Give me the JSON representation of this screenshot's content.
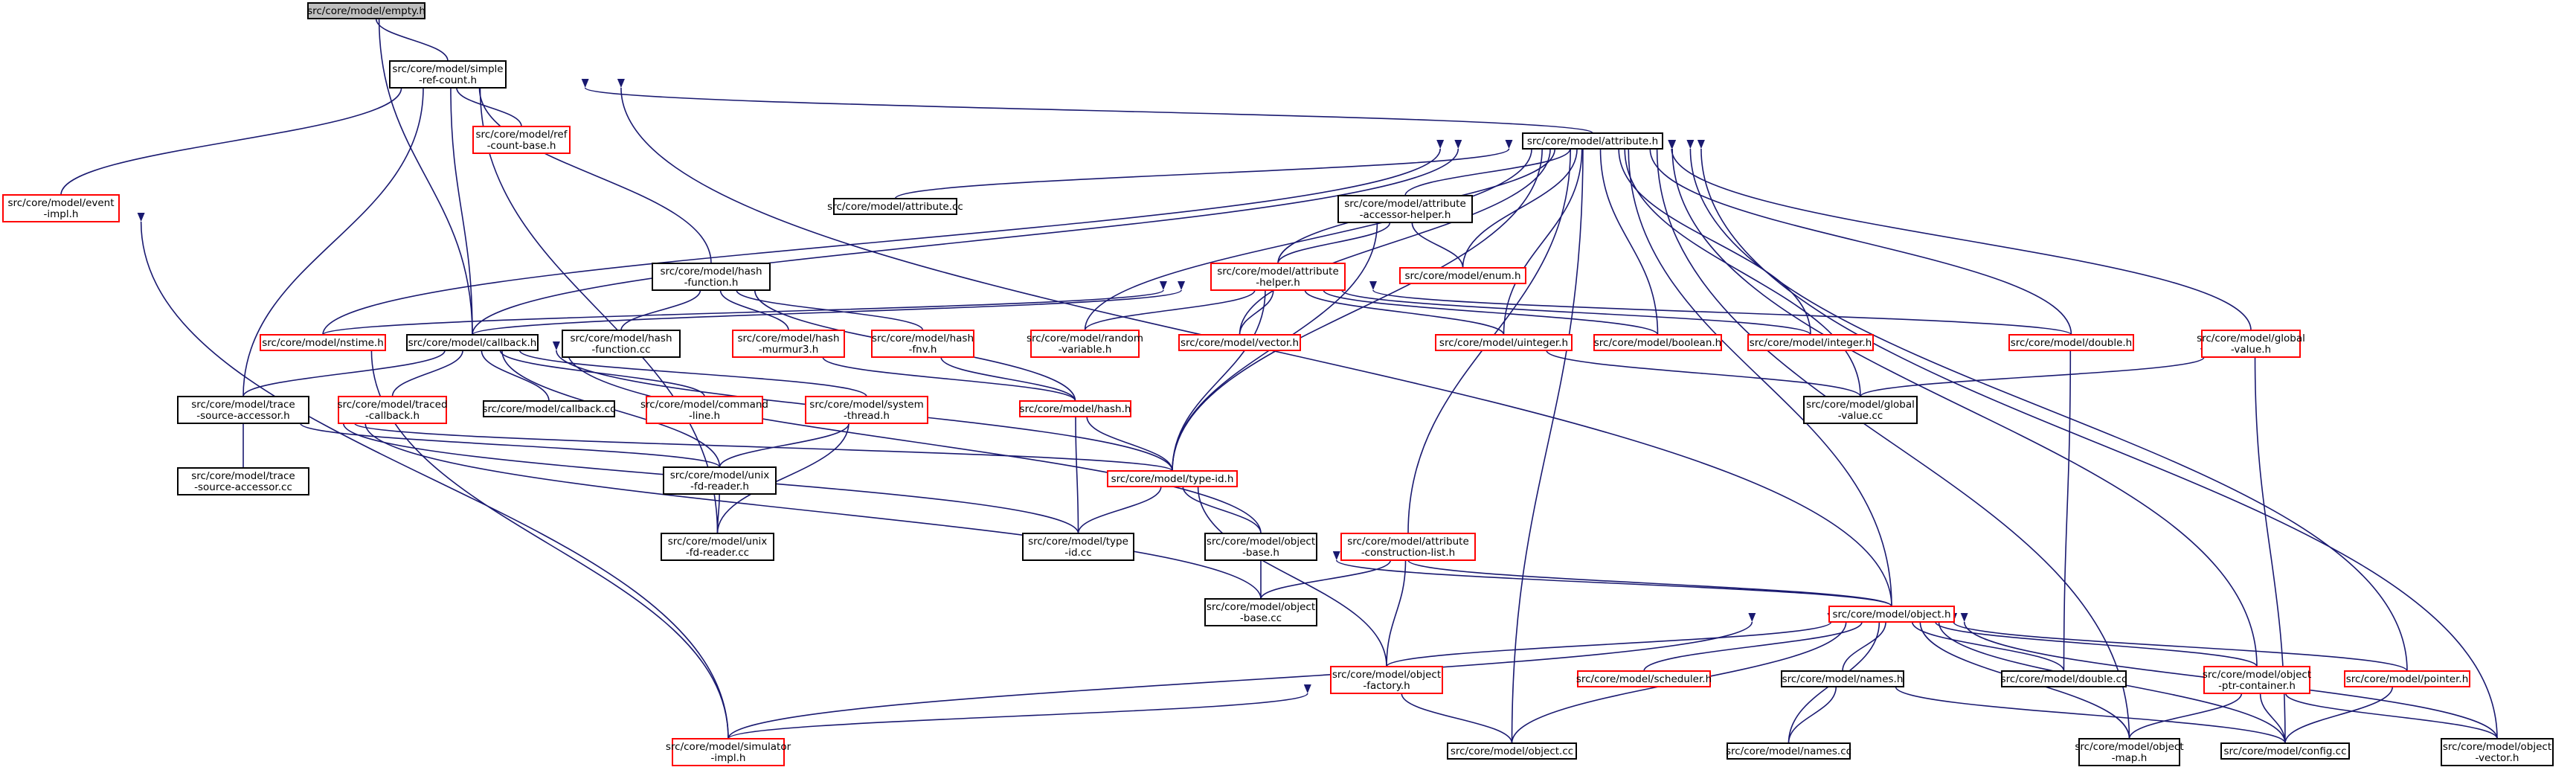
{
  "colors": {
    "edge": "#191970",
    "node_border_default": "#000000",
    "node_border_incomplete": "#ff0000",
    "node_fill_default": "#ffffff",
    "node_fill_root": "#bfbfbf"
  },
  "nodes": [
    {
      "id": "empty",
      "lines": [
        "src/core/model/empty.h"
      ],
      "style": "root"
    },
    {
      "id": "simple",
      "lines": [
        "src/core/model/simple",
        "-ref-count.h"
      ],
      "style": "black"
    },
    {
      "id": "event",
      "lines": [
        "src/core/model/event",
        "-impl.h"
      ],
      "style": "red"
    },
    {
      "id": "refbase",
      "lines": [
        "src/core/model/ref",
        "-count-base.h"
      ],
      "style": "red"
    },
    {
      "id": "attr",
      "lines": [
        "src/core/model/attribute.h"
      ],
      "style": "black"
    },
    {
      "id": "attrcc",
      "lines": [
        "src/core/model/attribute.cc"
      ],
      "style": "black"
    },
    {
      "id": "accessor",
      "lines": [
        "src/core/model/attribute",
        "-accessor-helper.h"
      ],
      "style": "black"
    },
    {
      "id": "hashfn",
      "lines": [
        "src/core/model/hash",
        "-function.h"
      ],
      "style": "black"
    },
    {
      "id": "attrhelper",
      "lines": [
        "src/core/model/attribute",
        "-helper.h"
      ],
      "style": "red"
    },
    {
      "id": "enum",
      "lines": [
        "src/core/model/enum.h"
      ],
      "style": "red"
    },
    {
      "id": "nstime",
      "lines": [
        "src/core/model/nstime.h"
      ],
      "style": "red"
    },
    {
      "id": "callback",
      "lines": [
        "src/core/model/callback.h"
      ],
      "style": "black"
    },
    {
      "id": "hashfncc",
      "lines": [
        "src/core/model/hash",
        "-function.cc"
      ],
      "style": "black"
    },
    {
      "id": "murmur",
      "lines": [
        "src/core/model/hash",
        "-murmur3.h"
      ],
      "style": "red"
    },
    {
      "id": "fnv",
      "lines": [
        "src/core/model/hash",
        "-fnv.h"
      ],
      "style": "red"
    },
    {
      "id": "random",
      "lines": [
        "src/core/model/random",
        "-variable.h"
      ],
      "style": "red"
    },
    {
      "id": "vector",
      "lines": [
        "src/core/model/vector.h"
      ],
      "style": "red"
    },
    {
      "id": "uinteger",
      "lines": [
        "src/core/model/uinteger.h"
      ],
      "style": "red"
    },
    {
      "id": "boolean",
      "lines": [
        "src/core/model/boolean.h"
      ],
      "style": "red"
    },
    {
      "id": "integer",
      "lines": [
        "src/core/model/integer.h"
      ],
      "style": "red"
    },
    {
      "id": "double",
      "lines": [
        "src/core/model/double.h"
      ],
      "style": "red"
    },
    {
      "id": "global",
      "lines": [
        "src/core/model/global",
        "-value.h"
      ],
      "style": "red"
    },
    {
      "id": "tsa",
      "lines": [
        "src/core/model/trace",
        "-source-accessor.h"
      ],
      "style": "black"
    },
    {
      "id": "traced",
      "lines": [
        "src/core/model/traced",
        "-callback.h"
      ],
      "style": "red"
    },
    {
      "id": "callbackcc",
      "lines": [
        "src/core/model/callback.cc"
      ],
      "style": "black"
    },
    {
      "id": "cmdline",
      "lines": [
        "src/core/model/command",
        "-line.h"
      ],
      "style": "red"
    },
    {
      "id": "systhread",
      "lines": [
        "src/core/model/system",
        "-thread.h"
      ],
      "style": "red"
    },
    {
      "id": "hash",
      "lines": [
        "src/core/model/hash.h"
      ],
      "style": "red"
    },
    {
      "id": "globalcc",
      "lines": [
        "src/core/model/global",
        "-value.cc"
      ],
      "style": "black"
    },
    {
      "id": "tsacc",
      "lines": [
        "src/core/model/trace",
        "-source-accessor.cc"
      ],
      "style": "black"
    },
    {
      "id": "unixh",
      "lines": [
        "src/core/model/unix",
        "-fd-reader.h"
      ],
      "style": "black"
    },
    {
      "id": "typeid",
      "lines": [
        "src/core/model/type-id.h"
      ],
      "style": "red"
    },
    {
      "id": "unixcc",
      "lines": [
        "src/core/model/unix",
        "-fd-reader.cc"
      ],
      "style": "black"
    },
    {
      "id": "typeidcc",
      "lines": [
        "src/core/model/type",
        "-id.cc"
      ],
      "style": "black"
    },
    {
      "id": "objbase",
      "lines": [
        "src/core/model/object",
        "-base.h"
      ],
      "style": "black"
    },
    {
      "id": "constr",
      "lines": [
        "src/core/model/attribute",
        "-construction-list.h"
      ],
      "style": "red"
    },
    {
      "id": "objbasecc",
      "lines": [
        "src/core/model/object",
        "-base.cc"
      ],
      "style": "black"
    },
    {
      "id": "object",
      "lines": [
        "src/core/model/object.h"
      ],
      "style": "red"
    },
    {
      "id": "factory",
      "lines": [
        "src/core/model/object",
        "-factory.h"
      ],
      "style": "red"
    },
    {
      "id": "scheduler",
      "lines": [
        "src/core/model/scheduler.h"
      ],
      "style": "red"
    },
    {
      "id": "names",
      "lines": [
        "src/core/model/names.h"
      ],
      "style": "black"
    },
    {
      "id": "doublecc",
      "lines": [
        "src/core/model/double.cc"
      ],
      "style": "black"
    },
    {
      "id": "ptrcont",
      "lines": [
        "src/core/model/object",
        "-ptr-container.h"
      ],
      "style": "red"
    },
    {
      "id": "pointer",
      "lines": [
        "src/core/model/pointer.h"
      ],
      "style": "red"
    },
    {
      "id": "simimpl",
      "lines": [
        "src/core/model/simulator",
        "-impl.h"
      ],
      "style": "red"
    },
    {
      "id": "objectcc",
      "lines": [
        "src/core/model/object.cc"
      ],
      "style": "black"
    },
    {
      "id": "namescc",
      "lines": [
        "src/core/model/names.cc"
      ],
      "style": "black"
    },
    {
      "id": "objmap",
      "lines": [
        "src/core/model/object",
        "-map.h"
      ],
      "style": "black"
    },
    {
      "id": "configcc",
      "lines": [
        "src/core/model/config.cc"
      ],
      "style": "black"
    },
    {
      "id": "objvector",
      "lines": [
        "src/core/model/object",
        "-vector.h"
      ],
      "style": "black"
    }
  ],
  "edges": [
    [
      "empty",
      "simple"
    ],
    [
      "empty",
      "callback"
    ],
    [
      "simple",
      "refbase"
    ],
    [
      "simple",
      "event"
    ],
    [
      "simple",
      "attr"
    ],
    [
      "simple",
      "hashfn"
    ],
    [
      "simple",
      "callback"
    ],
    [
      "simple",
      "tsa"
    ],
    [
      "simple",
      "unixcc"
    ],
    [
      "simple",
      "object"
    ],
    [
      "event",
      "simimpl"
    ],
    [
      "attr",
      "attrcc"
    ],
    [
      "attr",
      "accessor"
    ],
    [
      "attr",
      "attrhelper"
    ],
    [
      "attr",
      "enum"
    ],
    [
      "attr",
      "nstime"
    ],
    [
      "attr",
      "callback"
    ],
    [
      "attr",
      "random"
    ],
    [
      "attr",
      "vector"
    ],
    [
      "attr",
      "uinteger"
    ],
    [
      "attr",
      "boolean"
    ],
    [
      "attr",
      "integer"
    ],
    [
      "attr",
      "double"
    ],
    [
      "attr",
      "global"
    ],
    [
      "attr",
      "globalcc"
    ],
    [
      "attr",
      "typeid"
    ],
    [
      "attr",
      "constr"
    ],
    [
      "attr",
      "object"
    ],
    [
      "attr",
      "objectcc"
    ],
    [
      "attr",
      "objmap"
    ],
    [
      "attr",
      "ptrcont"
    ],
    [
      "attr",
      "pointer"
    ],
    [
      "attr",
      "objvector"
    ],
    [
      "accessor",
      "attrhelper"
    ],
    [
      "accessor",
      "enum"
    ],
    [
      "accessor",
      "typeid"
    ],
    [
      "attrhelper",
      "nstime"
    ],
    [
      "attrhelper",
      "callback"
    ],
    [
      "attrhelper",
      "random"
    ],
    [
      "attrhelper",
      "vector"
    ],
    [
      "attrhelper",
      "uinteger"
    ],
    [
      "attrhelper",
      "boolean"
    ],
    [
      "attrhelper",
      "integer"
    ],
    [
      "attrhelper",
      "double"
    ],
    [
      "attrhelper",
      "typeid"
    ],
    [
      "hashfn",
      "hashfncc"
    ],
    [
      "hashfn",
      "murmur"
    ],
    [
      "hashfn",
      "fnv"
    ],
    [
      "hashfn",
      "hash"
    ],
    [
      "murmur",
      "hash"
    ],
    [
      "fnv",
      "hash"
    ],
    [
      "nstime",
      "simimpl"
    ],
    [
      "callback",
      "tsa"
    ],
    [
      "callback",
      "traced"
    ],
    [
      "callback",
      "callbackcc"
    ],
    [
      "callback",
      "cmdline"
    ],
    [
      "callback",
      "systhread"
    ],
    [
      "callback",
      "typeid"
    ],
    [
      "callback",
      "unixh"
    ],
    [
      "callback",
      "objbase"
    ],
    [
      "tsa",
      "tsacc"
    ],
    [
      "tsa",
      "unixh"
    ],
    [
      "tsa",
      "typeid"
    ],
    [
      "tsa",
      "objbasecc"
    ],
    [
      "tsa",
      "typeidcc"
    ],
    [
      "systhread",
      "unixh"
    ],
    [
      "systhread",
      "unixcc"
    ],
    [
      "unixh",
      "unixcc"
    ],
    [
      "hash",
      "typeid"
    ],
    [
      "hash",
      "typeidcc"
    ],
    [
      "uinteger",
      "globalcc"
    ],
    [
      "global",
      "globalcc"
    ],
    [
      "global",
      "configcc"
    ],
    [
      "double",
      "doublecc"
    ],
    [
      "typeid",
      "typeidcc"
    ],
    [
      "typeid",
      "objbase"
    ],
    [
      "typeid",
      "factory"
    ],
    [
      "objbase",
      "objbasecc"
    ],
    [
      "objbase",
      "object"
    ],
    [
      "constr",
      "objbasecc"
    ],
    [
      "constr",
      "factory"
    ],
    [
      "object",
      "constr"
    ],
    [
      "object",
      "factory"
    ],
    [
      "object",
      "scheduler"
    ],
    [
      "object",
      "names"
    ],
    [
      "object",
      "doublecc"
    ],
    [
      "object",
      "ptrcont"
    ],
    [
      "object",
      "pointer"
    ],
    [
      "object",
      "simimpl"
    ],
    [
      "object",
      "objectcc"
    ],
    [
      "object",
      "namescc"
    ],
    [
      "object",
      "objmap"
    ],
    [
      "object",
      "configcc"
    ],
    [
      "object",
      "objvector"
    ],
    [
      "factory",
      "simimpl"
    ],
    [
      "factory",
      "objectcc"
    ],
    [
      "names",
      "namescc"
    ],
    [
      "names",
      "configcc"
    ],
    [
      "ptrcont",
      "objmap"
    ],
    [
      "ptrcont",
      "configcc"
    ],
    [
      "ptrcont",
      "objvector"
    ],
    [
      "pointer",
      "configcc"
    ]
  ]
}
